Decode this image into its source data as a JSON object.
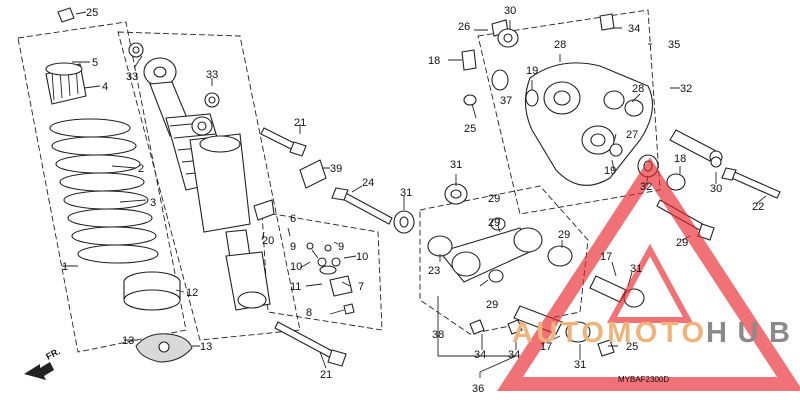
{
  "diagram": {
    "callouts": [
      "25",
      "5",
      "33",
      "4",
      "2",
      "3",
      "33",
      "21",
      "39",
      "1",
      "12",
      "13",
      "13",
      "21",
      "6",
      "9",
      "9",
      "10",
      "10",
      "11",
      "7",
      "8",
      "20",
      "24",
      "31",
      "26",
      "30",
      "34",
      "35",
      "18",
      "28",
      "19",
      "32",
      "37",
      "25",
      "28",
      "27",
      "31",
      "19",
      "32",
      "18",
      "30",
      "22",
      "29",
      "29",
      "29",
      "23",
      "29",
      "17",
      "31",
      "38",
      "29",
      "34",
      "34",
      "17",
      "31",
      "25",
      "36"
    ],
    "diagram_code": "MYBAF2300D",
    "direction_label": "FR.",
    "watermark": {
      "brand_part1": "AUTOMOTO",
      "brand_part2": "HUB",
      "accent_color": "#e8232a",
      "text_color_1": "#f0b37a",
      "text_color_2": "#8a8a8a"
    }
  }
}
